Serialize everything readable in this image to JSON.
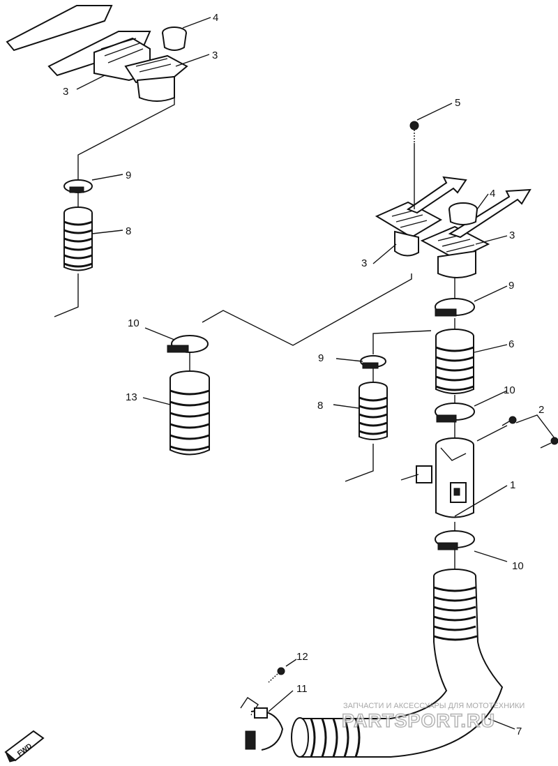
{
  "callouts": {
    "c1": "1",
    "c2": "2",
    "c3a": "3",
    "c3b": "3",
    "c3c": "3",
    "c3d": "3",
    "c4a": "4",
    "c4b": "4",
    "c5": "5",
    "c6": "6",
    "c7": "7",
    "c8a": "8",
    "c8b": "8",
    "c9a": "9",
    "c9b": "9",
    "c9c": "9",
    "c10a": "10",
    "c10b": "10",
    "c10c": "10",
    "c11": "11",
    "c12": "12",
    "c13": "13"
  },
  "watermark": {
    "line1": "ЗАПЧАСТИ И АКСЕССУАРЫ ДЛЯ МОТОТЕХНИКИ",
    "line2": "PARTSPORT.RU"
  },
  "fwd_badge": "FWD"
}
